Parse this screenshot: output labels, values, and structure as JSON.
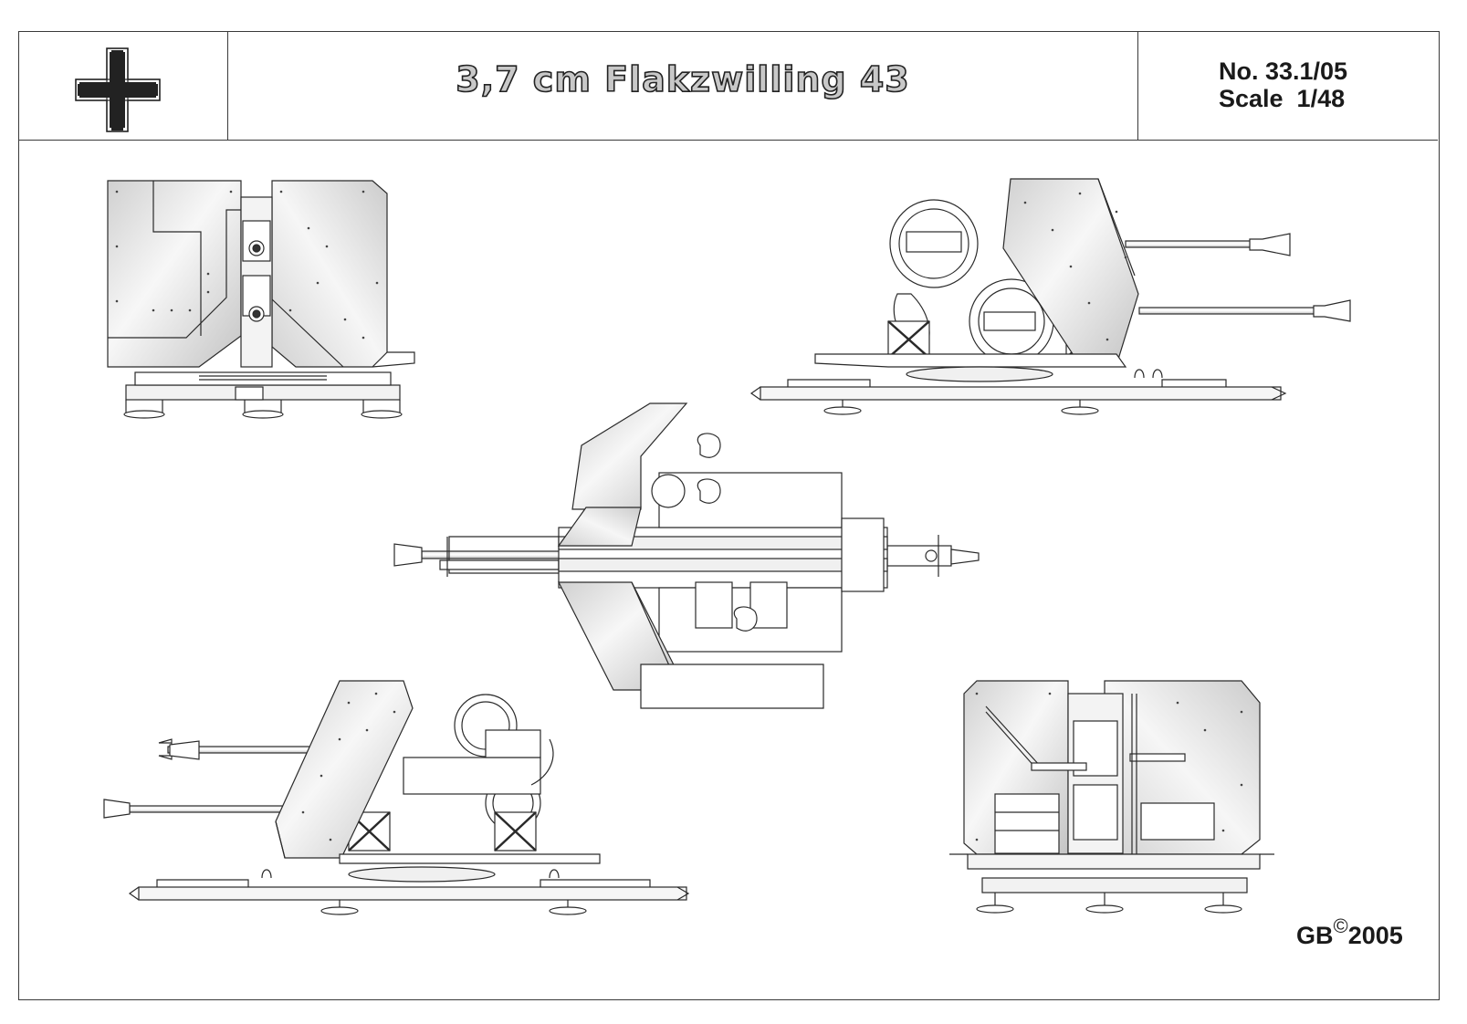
{
  "header": {
    "title": "3,7 cm Flakzwilling 43",
    "number": "No. 33.1/05",
    "scale": "Scale  1/48"
  },
  "footer": {
    "author": "GB",
    "copyright_symbol": "©",
    "year": "2005"
  },
  "emblem": {
    "icon": "balkenkreuz-icon"
  },
  "views": [
    {
      "id": "front-view"
    },
    {
      "id": "right-side-view"
    },
    {
      "id": "top-view"
    },
    {
      "id": "left-side-view"
    },
    {
      "id": "rear-view"
    }
  ],
  "colors": {
    "line": "#2a2a2a",
    "shield_light": "#f4f4f4",
    "shield_shade": "#c9c9c9",
    "background": "#ffffff"
  }
}
